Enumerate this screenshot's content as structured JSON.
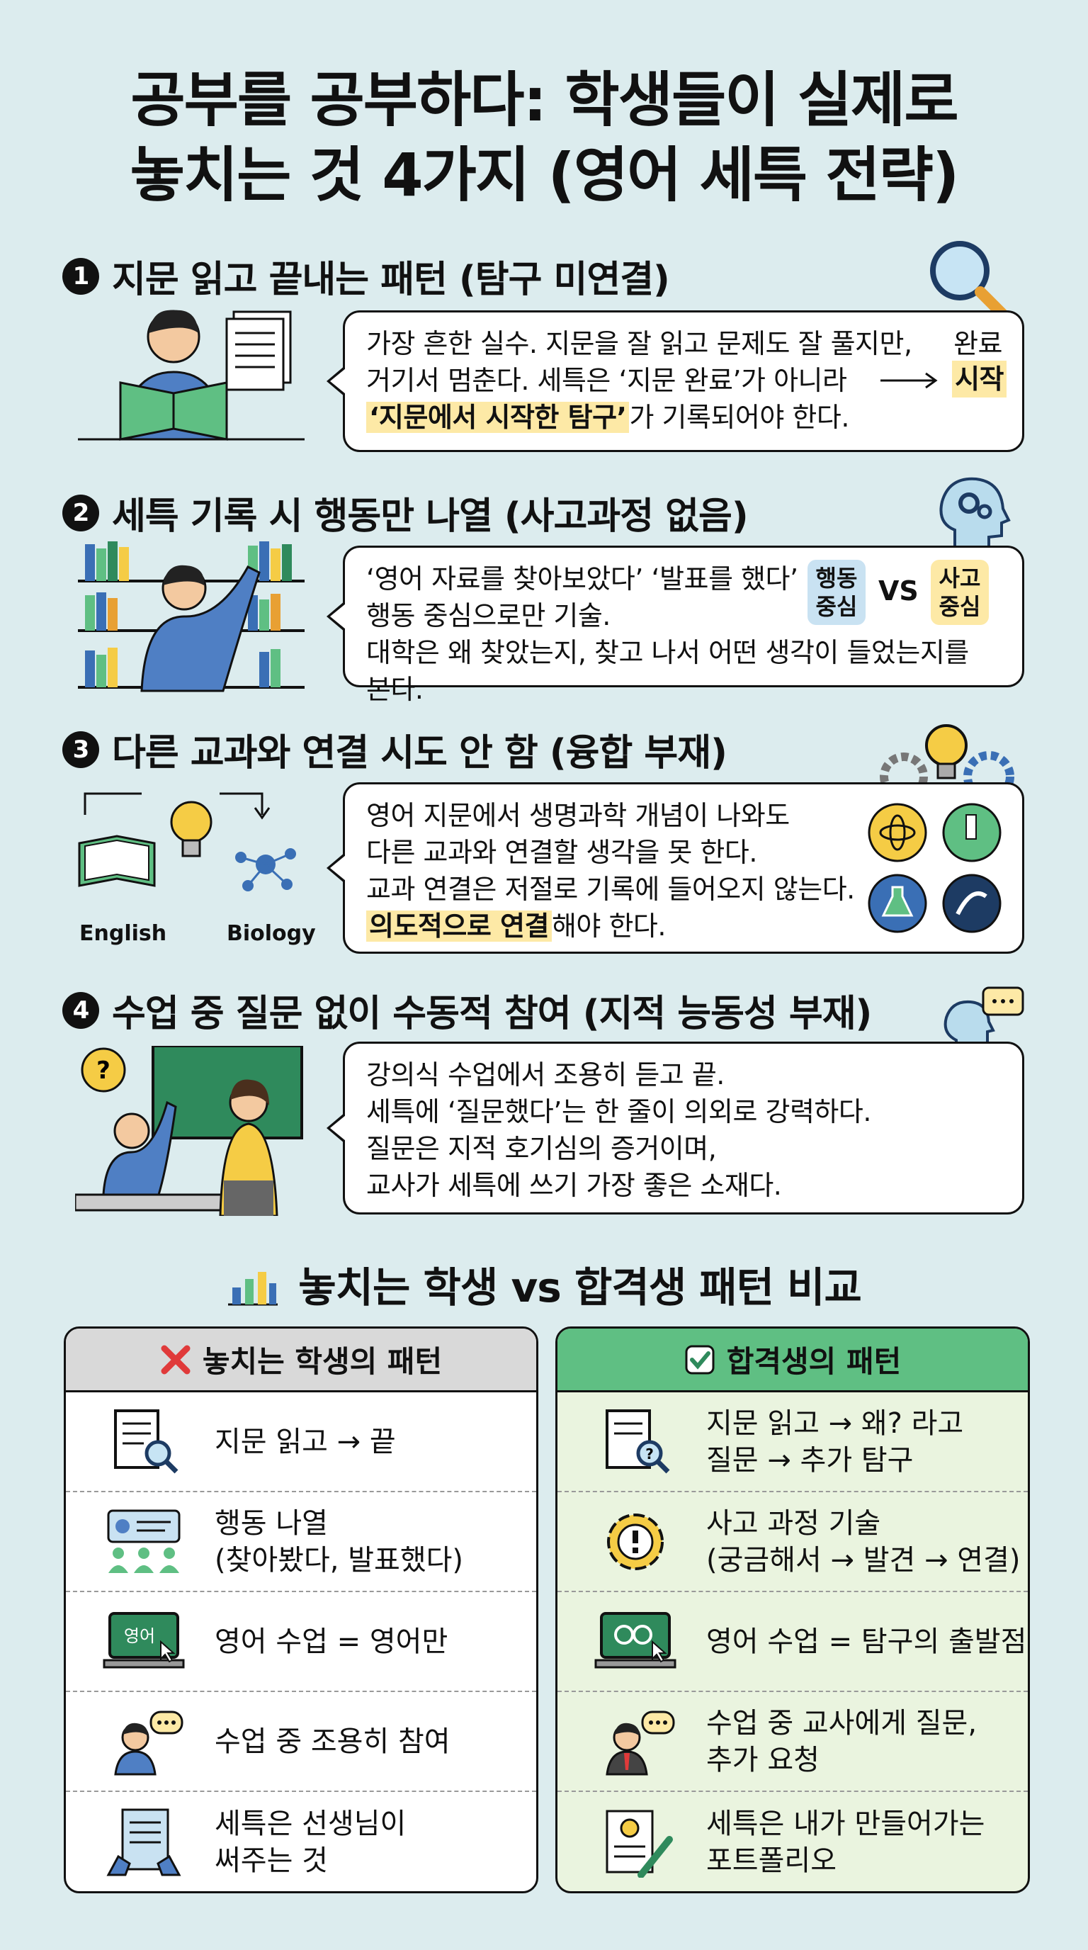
{
  "title_line1": "공부를 공부하다: 학생들이 실제로",
  "title_line2": "놓치는 것 4가지 (영어 세특 전략)",
  "sections": [
    {
      "num": "1",
      "heading": "지문 읽고 끝내는 패턴 (탐구 미연결)",
      "lines": [
        "가장 흔한 실수. 지문을 잘 읽고 문제도 잘 풀지만,",
        "거기서 멈춘다. 세특은 ‘지문 완료’가 아니라",
        "‘지문에서 시작한 탐구’",
        "가 기록되어야 한다."
      ],
      "side_top": "완료",
      "side_bottom": "시작",
      "icon": "magnifier-icon"
    },
    {
      "num": "2",
      "heading": "세특 기록 시 행동만 나열 (사고과정 없음)",
      "lines": [
        "‘영어 자료를 찾아보았다’ ‘발표를 했다’",
        "행동 중심으로만 기술.",
        "대학은 왜 찾았는지, 찾고 나서 어떤 생각이 들었는지를 본다."
      ],
      "tag_left": "행동 중심",
      "vs": "VS",
      "tag_right": "사고 중심",
      "icon": "head-gears-icon"
    },
    {
      "num": "3",
      "heading": "다른 교과와 연결 시도 안 함 (융합 부재)",
      "lines": [
        "영어 지문에서 생명과학 개념이 나와도",
        "다른 교과와 연결할 생각을 못 한다.",
        "교과 연결은 저절로 기록에 들어오지 않는다.",
        "의도적으로 연결",
        "해야 한다."
      ],
      "label_left": "English",
      "label_right": "Biology",
      "icon": "lightbulb-gears-icon"
    },
    {
      "num": "4",
      "heading": "수업 중 질문 없이 수동적 참여 (지적 능동성 부재)",
      "lines": [
        "강의식 수업에서 조용히 듣고 끝.",
        "세특에 ‘질문했다’는 한 줄이 의외로 강력하다.",
        "질문은 지적 호기심의 증거이며,",
        "교사가 세특에 쓰기 가장 좋은 소재다."
      ],
      "icon": "head-speech-icon"
    }
  ],
  "compare": {
    "title": "놓치는 학생 vs 합격생 패턴 비교",
    "left_title": "놓치는 학생의 패턴",
    "right_title": "합격생의 패턴",
    "left_rows": [
      [
        "지문 읽고 → 끝"
      ],
      [
        "행동 나열",
        "(찾아봤다, 발표했다)"
      ],
      [
        "영어 수업 = 영어만"
      ],
      [
        "수업 중 조용히 참여"
      ],
      [
        "세특은 선생님이",
        "써주는 것"
      ]
    ],
    "right_rows": [
      [
        "지문 읽고 → 왜? 라고",
        "질문 → 추가 탐구"
      ],
      [
        "사고 과정 기술",
        "(궁금해서 → 발견 → 연결)"
      ],
      [
        "영어 수업 = 탐구의 출발점"
      ],
      [
        "수업 중 교사에게 질문,",
        "추가 요청"
      ],
      [
        "세특은 내가 만들어가는",
        "포트폴리오"
      ]
    ],
    "board_text": "영어"
  },
  "colors": {
    "background": "#dcecee",
    "highlight": "#fde9a6",
    "green": "#5fbf83",
    "red": "#e03a3a",
    "blue": "#4f7fc4",
    "yellow": "#f5cc45"
  }
}
